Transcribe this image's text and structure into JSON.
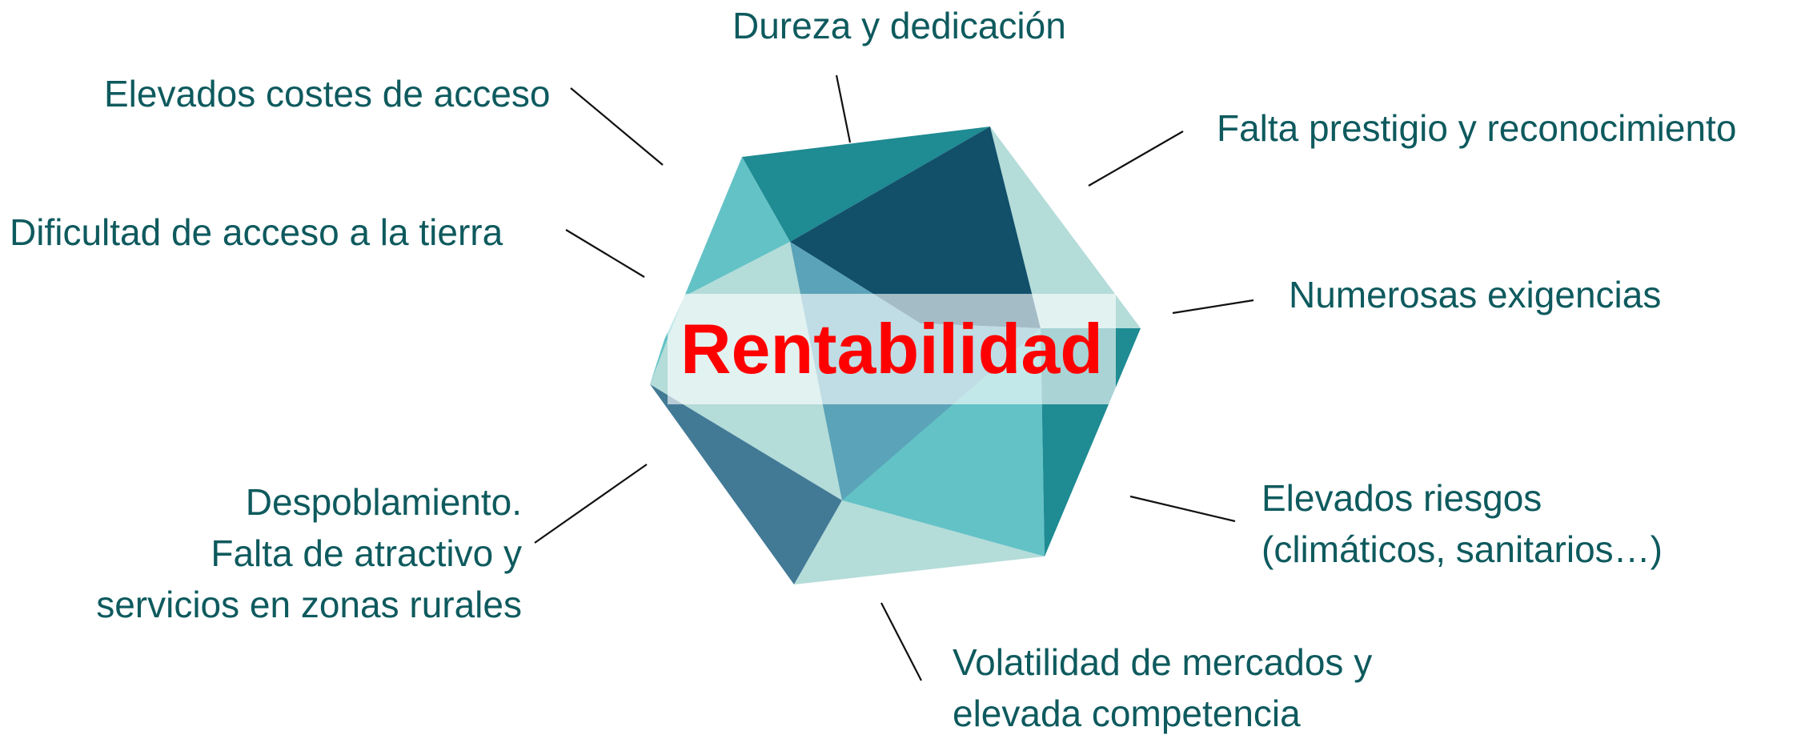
{
  "center_label": "Rentabilidad",
  "factors": {
    "dureza": "Dureza y dedicación",
    "costes": "Elevados costes de acceso",
    "prestigio": "Falta prestigio y reconocimiento",
    "tierra": "Dificultad de acceso a la tierra",
    "exigencias": "Numerosas exigencias",
    "despoblamiento": [
      "Despoblamiento.",
      "Falta de atractivo y",
      "servicios en zonas rurales"
    ],
    "riesgos": [
      "Elevados riesgos",
      "(climáticos, sanitarios…)"
    ],
    "volatilidad": [
      "Volatilidad de mercados y",
      "elevada competencia"
    ]
  },
  "colors": {
    "text": "#0e5a5e",
    "title": "#ff0000",
    "dark_navy": "#12506a",
    "teal": "#1f8b92",
    "light_teal": "#63c2c6",
    "pale_teal": "#b4dcd9",
    "steel_blue": "#5aa3b8",
    "slate": "#427a96"
  }
}
